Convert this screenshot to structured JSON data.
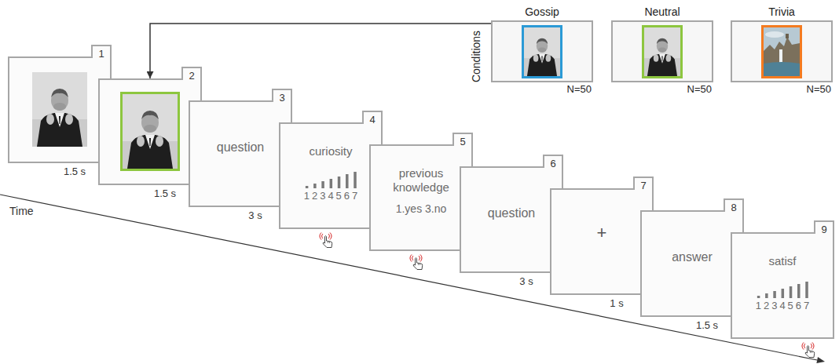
{
  "diagram": {
    "nodes": [
      {
        "text": [
          "1"
        ]
      },
      {
        "text": [
          "2"
        ]
      },
      {
        "text": [
          "question",
          "3"
        ]
      },
      {
        "text": [
          "curiosity",
          "1234567",
          "4"
        ]
      },
      {
        "text": [
          "previous knowledge",
          "1.yes 3.no",
          "5"
        ]
      },
      {
        "text": [
          "question",
          "6"
        ]
      },
      {
        "text": [
          "+",
          "7"
        ]
      },
      {
        "text": [
          "answer",
          "8"
        ]
      },
      {
        "text": [
          "satisf",
          "1234567",
          "9"
        ]
      },
      {
        "text": [
          "Gossip",
          "N=50"
        ]
      },
      {
        "text": [
          "Neutral",
          "N=50"
        ]
      },
      {
        "text": [
          "Trivia",
          "N=50"
        ]
      }
    ],
    "edges": [
      {
        "from": 9,
        "to": 1,
        "arrow": "to"
      }
    ],
    "labels": [
      "1.5 s",
      "1.5 s",
      "3 s",
      "3 s",
      "1 s",
      "1.5 s",
      "Time",
      "Conditions"
    ]
  }
}
